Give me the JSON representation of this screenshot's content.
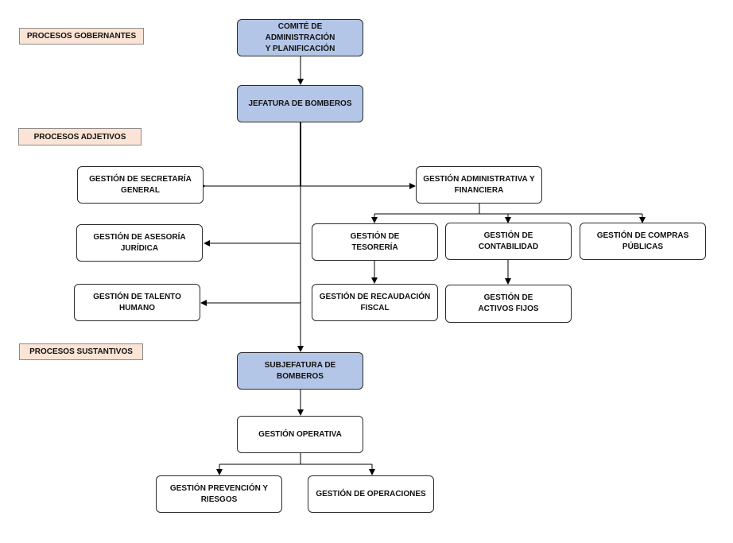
{
  "colors": {
    "blue_node": "#b4c6e7",
    "category_tag": "#fbe4d5",
    "line": "#000000"
  },
  "tags": {
    "gobernantes": "PROCESOS GOBERNANTES",
    "adjetivos": "PROCESOS ADJETIVOS",
    "sustantivos": "PROCESOS SUSTANTIVOS"
  },
  "nodes": {
    "comite": "COMITÉ DE ADMINISTRACIÓN\nY PLANIFICACIÓN",
    "jefatura": "JEFATURA DE BOMBEROS",
    "secretaria": "GESTIÓN DE SECRETARÍA\nGENERAL",
    "asesoria": "GESTIÓN DE ASESORÍA\nJURÍDICA",
    "talento": "GESTIÓN DE TALENTO\nHUMANO",
    "administrativa": "GESTIÓN ADMINISTRATIVA Y\nFINANCIERA",
    "tesoreria": "GESTIÓN DE\nTESORERÍA",
    "contabilidad": "GESTIÓN DE\nCONTABILIDAD",
    "compras": "GESTIÓN DE COMPRAS\nPÚBLICAS",
    "recaudacion": "GESTIÓN DE RECAUDACIÓN\nFISCAL",
    "activos": "GESTIÓN DE\nACTIVOS FIJOS",
    "subjefatura": "SUBJEFATURA DE BOMBEROS",
    "operativa": "GESTIÓN OPERATIVA",
    "prevencion": "GESTIÓN PREVENCIÓN Y\nRIESGOS",
    "operaciones": "GESTIÓN DE OPERACIONES"
  }
}
